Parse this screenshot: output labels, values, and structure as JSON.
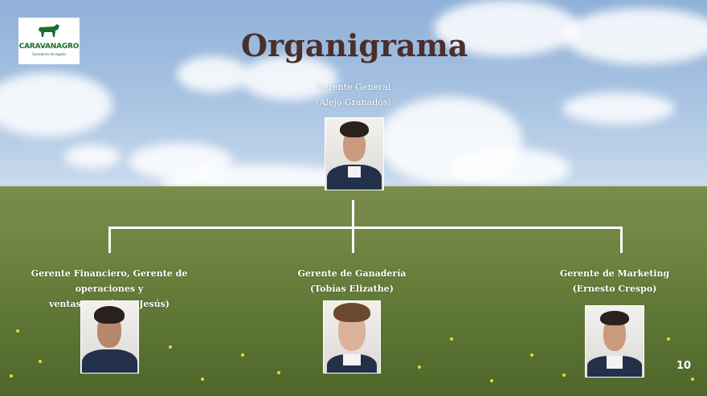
{
  "slide": {
    "title": "Organigrama",
    "page_number": "10"
  },
  "logo": {
    "name": "CARAVANAGRO",
    "tagline": "Ganadería de legado"
  },
  "chart": {
    "root": {
      "role": "Gerente General",
      "person": "(Alejo Granados)"
    },
    "children": [
      {
        "role": "Gerente Financiero, Gerente de operaciones y",
        "role2": "ventas  (Tomás De Jesús)"
      },
      {
        "role": "Gerente de Ganadería",
        "role2": "(Tobías Elizathe)"
      },
      {
        "role": "Gerente de Marketing",
        "role2": "(Ernesto Crespo)"
      }
    ]
  },
  "colors": {
    "title": "#4a2f2c",
    "connector": "#ffffff",
    "logo_green": "#1f6b2d"
  }
}
